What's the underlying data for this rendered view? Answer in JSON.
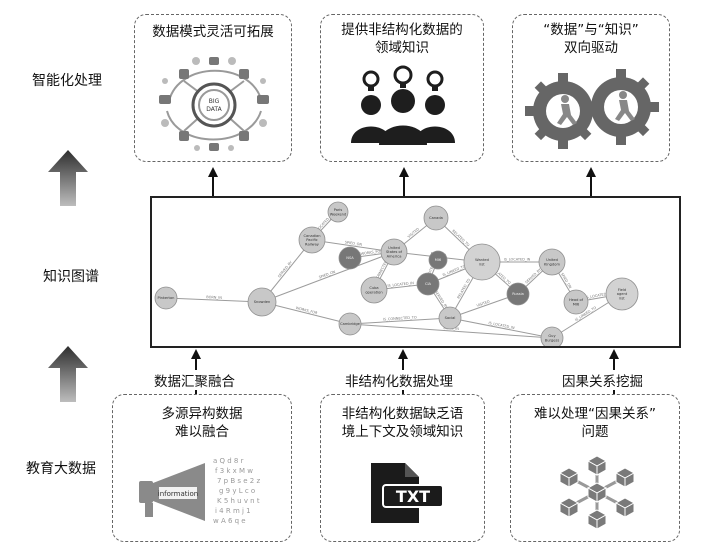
{
  "rows": {
    "top": "智能化处理",
    "middle": "知识图谱",
    "bottom": "教育大数据"
  },
  "top_boxes": [
    {
      "lines": [
        "数据模式灵活可拓展"
      ],
      "illustration": "big-data-hub"
    },
    {
      "lines": [
        "提供非结构化数据的",
        "领域知识"
      ],
      "illustration": "people-lightbulbs"
    },
    {
      "lines": [
        "“数据”与“知识”",
        "双向驱动"
      ],
      "illustration": "gears-runners"
    }
  ],
  "process_labels": [
    "数据汇聚融合",
    "非结构化数据处理",
    "因果关系挖掘"
  ],
  "bottom_boxes": [
    {
      "lines": [
        "多源异构数据",
        "难以融合"
      ],
      "illustration": "megaphone-letters",
      "megaphone_text": "information"
    },
    {
      "lines": [
        "非结构化数据缺乏语",
        "境上下文及领域知识"
      ],
      "illustration": "txt-file",
      "file_text": "TXT"
    },
    {
      "lines": [
        "难以处理“因果关系”",
        "问题"
      ],
      "illustration": "cube-network"
    }
  ],
  "hub_text": [
    "BIG",
    "DATA"
  ],
  "knowledge_graph": {
    "nodes": [
      {
        "id": "n1",
        "label": "Paris Weekend"
      },
      {
        "id": "n2",
        "label": "Canada"
      },
      {
        "id": "n3",
        "label": "Canadian Pacific Railway"
      },
      {
        "id": "n4",
        "label": "NSA"
      },
      {
        "id": "n5",
        "label": "United States of America"
      },
      {
        "id": "n6",
        "label": "Wanted list"
      },
      {
        "id": "n7",
        "label": "United Kingdom"
      },
      {
        "id": "n8",
        "label": "CIA"
      },
      {
        "id": "n9",
        "label": "Cuba operation"
      },
      {
        "id": "n10",
        "label": "Pinkerton"
      },
      {
        "id": "n11",
        "label": "Snowden"
      },
      {
        "id": "n12",
        "label": "Russia"
      },
      {
        "id": "n13",
        "label": "Cambridge"
      },
      {
        "id": "n14",
        "label": "Social"
      },
      {
        "id": "n15",
        "label": "Head of MI6"
      },
      {
        "id": "n16",
        "label": "Field agent list"
      },
      {
        "id": "n17",
        "label": "MI6"
      },
      {
        "id": "n18",
        "label": "Guy Burgess"
      }
    ],
    "edge_labels": [
      "IS_LOCATED_IN",
      "SERVED_BY",
      "SPIED_ON",
      "VISITED",
      "RELATED_TO",
      "BORN_IN",
      "WORKS_FOR",
      "IS_CONNECTED_TO",
      "IS_LOCATED_IN",
      "IS_LINKED_TO"
    ]
  }
}
